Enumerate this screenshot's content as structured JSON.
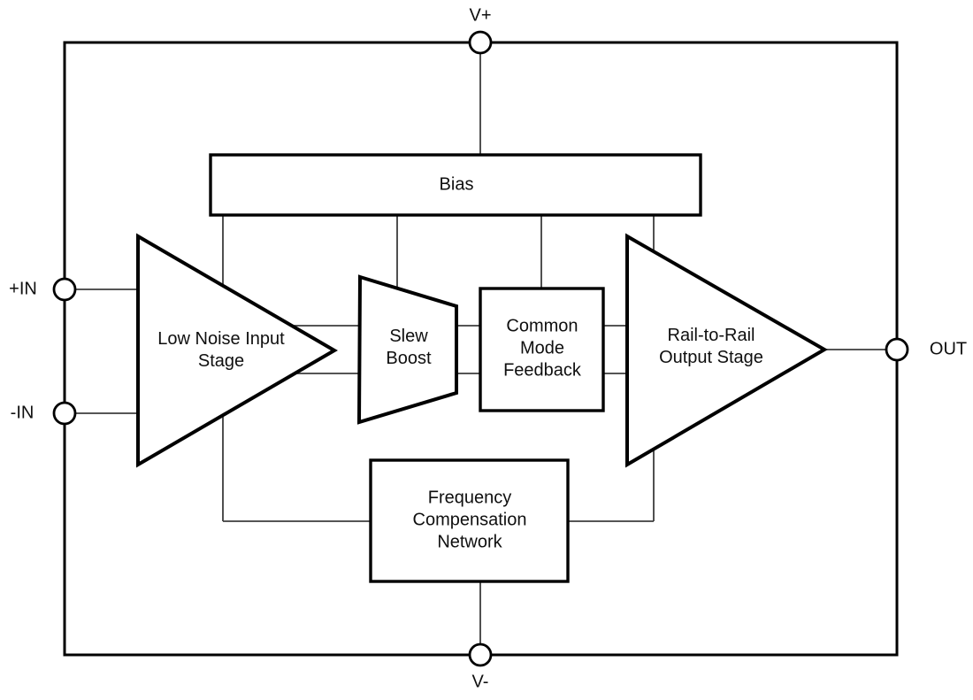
{
  "diagram_type": "op-amp functional block diagram",
  "colors": {
    "block_stroke": "#000000",
    "connector": "#3d3d3d",
    "background": "#ffffff",
    "text": "#0f0f0f"
  },
  "terminals": {
    "v_plus": "V+",
    "v_minus": "V-",
    "in_plus": "+IN",
    "in_minus": "-IN",
    "out": "OUT"
  },
  "blocks": {
    "bias": "Bias",
    "input_stage": "Low Noise Input Stage",
    "slew_boost": "Slew Boost",
    "common_mode_feedback": "Common Mode Feedback",
    "frequency_compensation": "Frequency Compensation Network",
    "output_stage": "Rail-to-Rail Output Stage"
  }
}
